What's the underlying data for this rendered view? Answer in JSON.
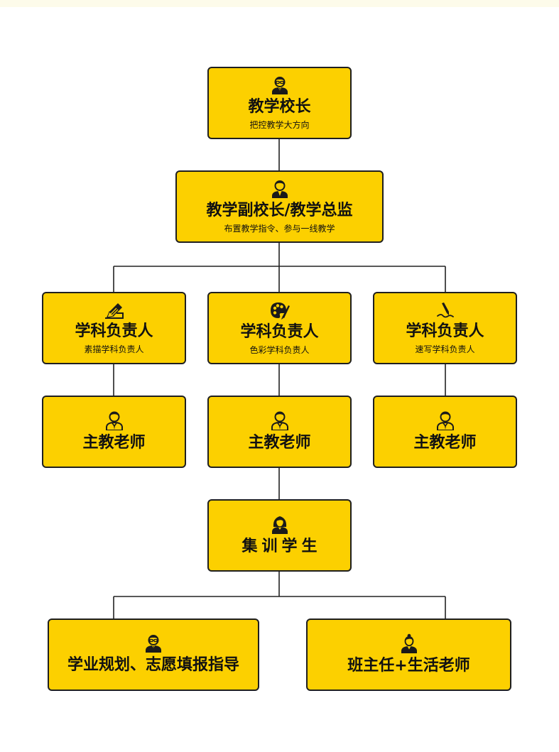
{
  "nodes": {
    "principal": {
      "title": "教学校长",
      "subtitle": "把控教学大方向"
    },
    "vice": {
      "title": "教学副校长/教学总监",
      "subtitle": "布置教学指令、参与一线教学"
    },
    "subject_sketch": {
      "title": "学科负责人",
      "subtitle": "素描学科负责人"
    },
    "subject_color": {
      "title": "学科负责人",
      "subtitle": "色彩学科负责人"
    },
    "subject_quick": {
      "title": "学科负责人",
      "subtitle": "速写学科负责人"
    },
    "teacher_1": {
      "title": "主教老师"
    },
    "teacher_2": {
      "title": "主教老师"
    },
    "teacher_3": {
      "title": "主教老师"
    },
    "students": {
      "title": "集训学生"
    },
    "planning": {
      "title": "学业规划、志愿填报指导"
    },
    "homeroom": {
      "title": "班主任+生活老师"
    }
  },
  "icons": {
    "principal": "person-glasses-icon",
    "vice": "person-icon",
    "subject_sketch": "pencil-drawing-icon",
    "subject_color": "palette-icon",
    "subject_quick": "pen-writing-icon",
    "teacher": "teacher-icon",
    "students": "female-student-icon",
    "planning": "advisor-icon",
    "homeroom": "female-staff-icon"
  },
  "colors": {
    "box_fill": "#fcd000",
    "border": "#1f1f1f",
    "text": "#111111",
    "connector": "#222222"
  }
}
